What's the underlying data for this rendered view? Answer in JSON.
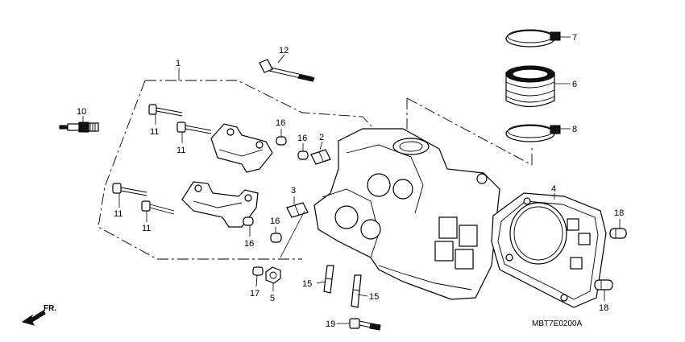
{
  "diagram": {
    "drawing_code": "MBT7E0200A",
    "direction_label": "FR.",
    "callouts": {
      "c1": "1",
      "c2": "2",
      "c3": "3",
      "c4": "4",
      "c5": "5",
      "c6": "6",
      "c7": "7",
      "c8": "8",
      "c10": "10",
      "c11a": "11",
      "c11b": "11",
      "c11c": "11",
      "c11d": "11",
      "c12": "12",
      "c15a": "15",
      "c15b": "15",
      "c16a": "16",
      "c16b": "16",
      "c16c": "16",
      "c16d": "16",
      "c17": "17",
      "c18a": "18",
      "c18b": "18",
      "c19": "19"
    }
  }
}
